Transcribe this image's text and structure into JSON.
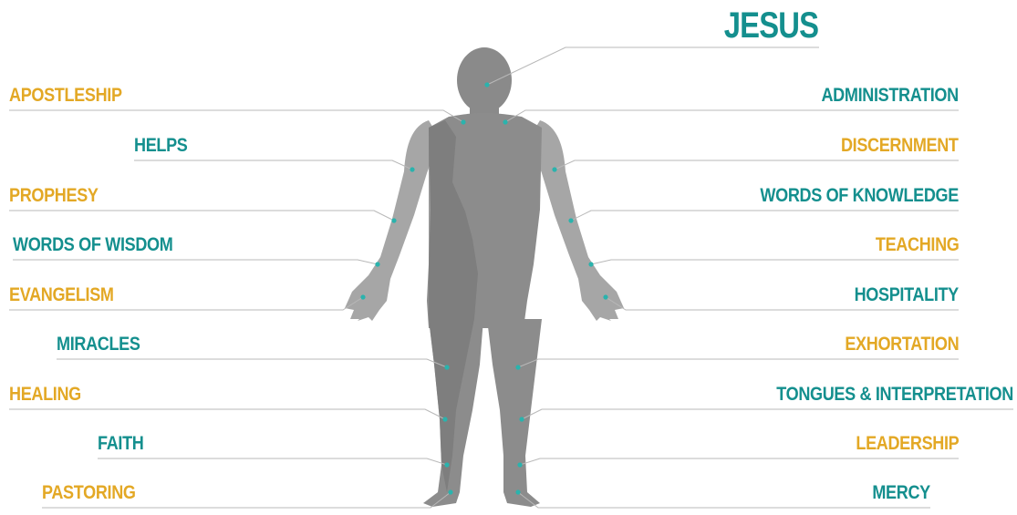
{
  "title": "JESUS",
  "colors": {
    "gold": "#e3a825",
    "teal": "#148f8e",
    "body": "#8a8a8a",
    "body_dark": "#7a7a7a",
    "body_light": "#a8a8a8",
    "line": "#b8b8b8",
    "dot": "#2ab3ad"
  },
  "left_gifts": [
    {
      "label": "APOSTLESHIP",
      "color": "gold"
    },
    {
      "label": "HELPS",
      "color": "teal"
    },
    {
      "label": "PROPHESY",
      "color": "gold"
    },
    {
      "label": "WORDS OF WISDOM",
      "color": "teal"
    },
    {
      "label": "EVANGELISM",
      "color": "gold"
    },
    {
      "label": "MIRACLES",
      "color": "teal"
    },
    {
      "label": "HEALING",
      "color": "gold"
    },
    {
      "label": "FAITH",
      "color": "teal"
    },
    {
      "label": "PASTORING",
      "color": "gold"
    }
  ],
  "right_gifts": [
    {
      "label": "ADMINISTRATION",
      "color": "teal"
    },
    {
      "label": "DISCERNMENT",
      "color": "gold"
    },
    {
      "label": "WORDS OF KNOWLEDGE",
      "color": "teal"
    },
    {
      "label": "TEACHING",
      "color": "gold"
    },
    {
      "label": "HOSPITALITY",
      "color": "teal"
    },
    {
      "label": "EXHORTATION",
      "color": "gold"
    },
    {
      "label": "TONGUES & INTERPRETATION",
      "color": "teal"
    },
    {
      "label": "LEADERSHIP",
      "color": "gold"
    },
    {
      "label": "MERCY",
      "color": "teal"
    }
  ]
}
